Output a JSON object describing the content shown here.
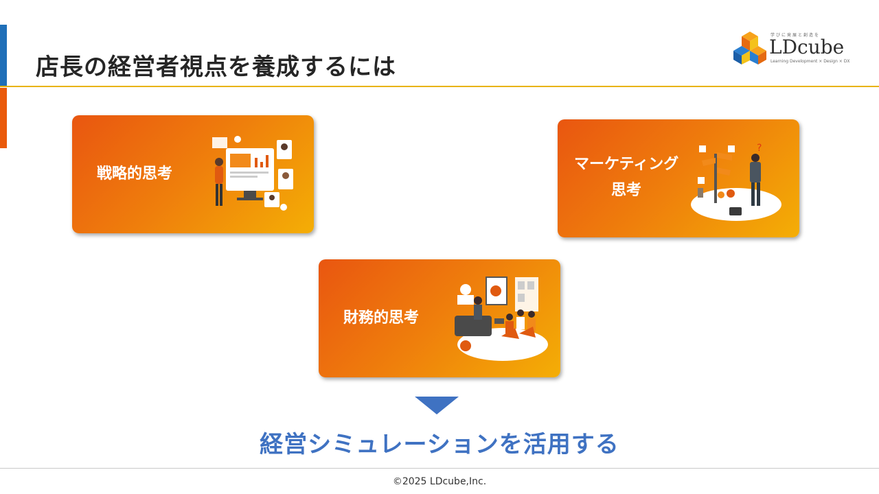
{
  "slide": {
    "title": "店長の経営者視点を養成するには",
    "conclusion": "経営シミュレーションを活用する",
    "footer": "©2025 LDcube,Inc."
  },
  "logo": {
    "name": "LDcube",
    "tagline": "学びに発展と創造を",
    "subtitle": "Learning Development × Design × DX"
  },
  "cards": [
    {
      "label": "戦略的思考",
      "icon": "strategy-illustration"
    },
    {
      "label_line1": "マーケティング",
      "label_line2": "思考",
      "icon": "marketing-illustration"
    },
    {
      "label": "財務的思考",
      "icon": "finance-illustration"
    }
  ],
  "colors": {
    "accent_blue": "#1f6fb8",
    "accent_orange": "#ea5a0b",
    "rule_yellow": "#e8b200",
    "card_gradient_start": "#e95610",
    "card_gradient_end": "#f4ae05",
    "conclusion_blue": "#3f72c2"
  }
}
